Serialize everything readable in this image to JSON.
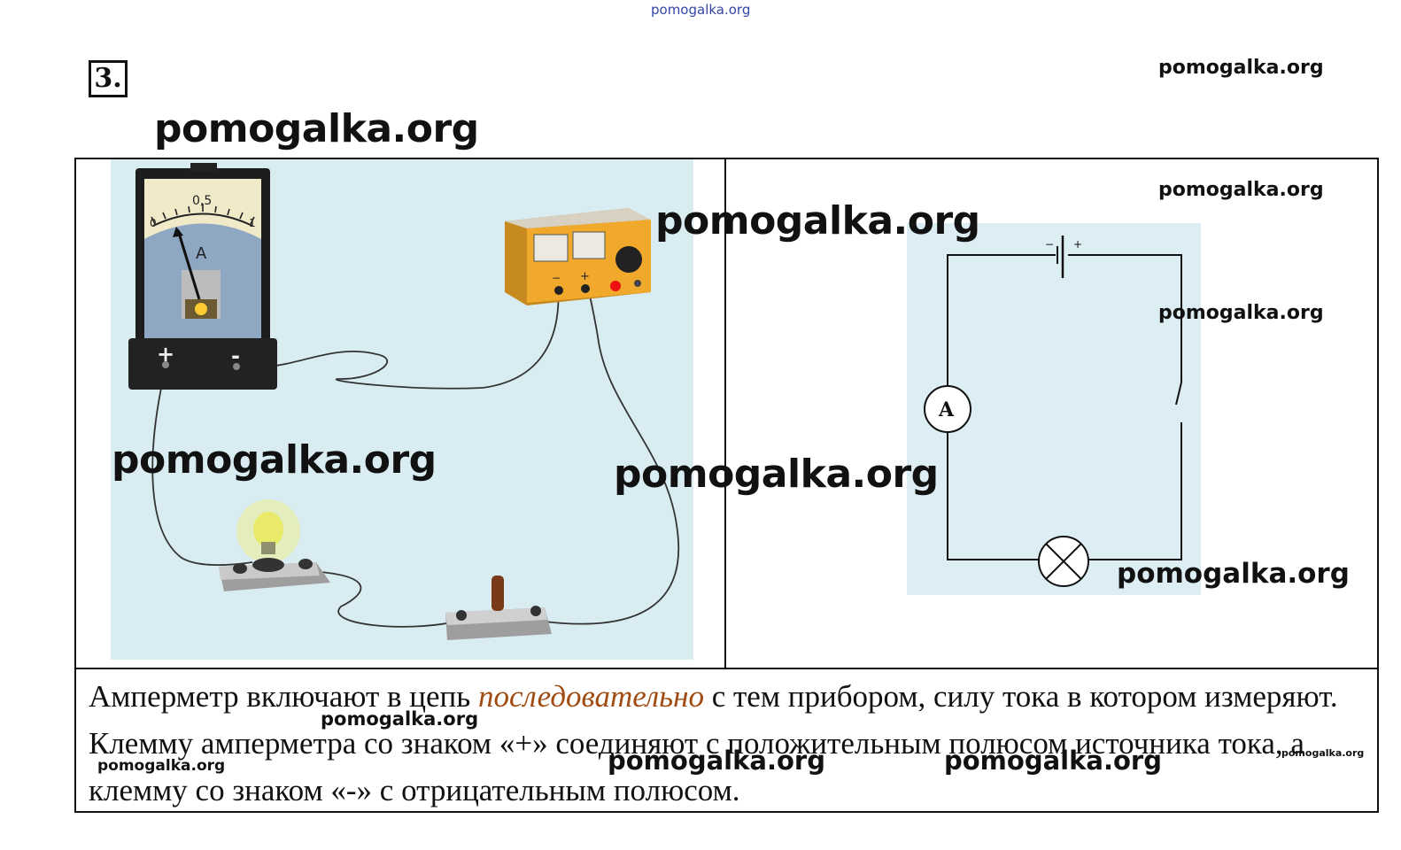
{
  "task_number": "3.",
  "watermark": "pomogalka.org",
  "photo": {
    "ammeter_scale": [
      "0",
      "0,5",
      "1"
    ],
    "ammeter_unit": "A",
    "ammeter_terminal_plus": "+",
    "ammeter_terminal_minus": "-",
    "supply_terminal_minus": "−",
    "supply_terminal_plus": "+"
  },
  "schematic": {
    "ammeter_symbol": "A",
    "battery_minus": "−",
    "battery_plus": "+"
  },
  "caption": {
    "part1": "Амперметр включают в цепь ",
    "emphasis": "последовательно",
    "part2": " с тем прибором, силу тока в котором измеряют. Клемму амперметра со знаком «+» соединяют с положительным полюсом источника тока, а клемму со знаком «-» с отрицательным полюсом."
  },
  "colors": {
    "emphasis": "#a04b12",
    "photo_background": "#d9ecf2",
    "schematic_background": "#dcedf3",
    "power_supply_body": "#f0a92a",
    "watermark_top": "#3346a8"
  }
}
